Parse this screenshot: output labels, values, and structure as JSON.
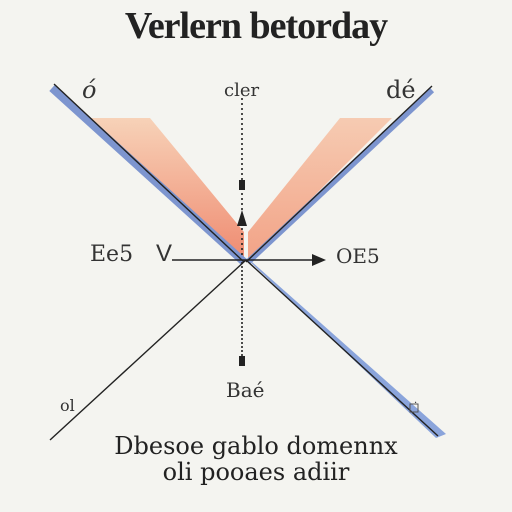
{
  "title": "Verlern betorday",
  "labels": {
    "top_left": "ó",
    "top_center": "cler",
    "top_right": "dé",
    "mid_left": "Ee5",
    "mid_v": "V",
    "mid_right": "OE5",
    "bottom_center": "Baé",
    "bottom_left": "ol",
    "bottom_right": "·"
  },
  "caption": {
    "line1": "Dbesoe gablo domennx",
    "line2": "oli pooaes adiir"
  },
  "colors": {
    "background": "#f4f4f0",
    "blue_edge": "#7d95cf",
    "red_fill": "#f0967c",
    "line": "#222222"
  }
}
